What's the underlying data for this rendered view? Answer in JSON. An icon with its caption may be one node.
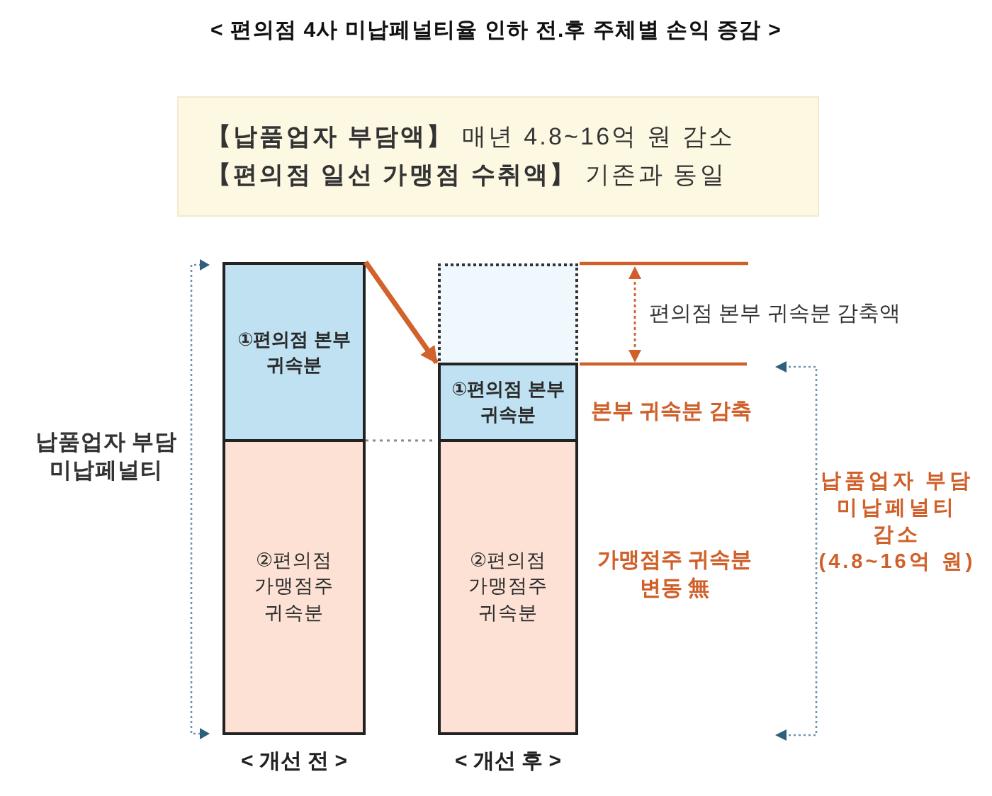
{
  "diagram": {
    "title": "< 편의점 4사 미납페널티율 인하 전.후 주체별 손익 증감 >",
    "nodes": [
      {
        "text": [
          "**【납품업자 부담액】** 매년 4.8~16억 원 감소",
          "**【편의점 일선 가맹점 수취액】** 기존과 동일"
        ]
      },
      {
        "text": [
          "①편의점 본부 귀속분"
        ]
      },
      {
        "text": [
          "②편의점 가맹점주 귀속분"
        ],
        "beside": [
          "< 개선 전 >"
        ]
      },
      {
        "text": [],
        "shape": "box"
      },
      {
        "text": [
          "①편의점 본부 귀속분"
        ]
      },
      {
        "text": [
          "②편의점 가맹점주 귀속분"
        ],
        "beside": [
          "< 개선 후 >"
        ]
      }
    ],
    "edges": [
      {
        "from": 1,
        "to": 4,
        "arrow": "to",
        "style": "thick",
        "color": "#d2622b"
      },
      {
        "from": 2,
        "to": 5,
        "arrow": "none",
        "style": "dashed",
        "color": "#8a8a8a"
      }
    ],
    "labels": [
      "편의점 본부 귀속분 감축액",
      "본부 귀속분 감축",
      "납품업자 부담 미납페널티",
      "납품업자 부담 미납페널티 감소 (4.8~16억 원)",
      "가맹점주 귀속분 변동 無"
    ]
  }
}
